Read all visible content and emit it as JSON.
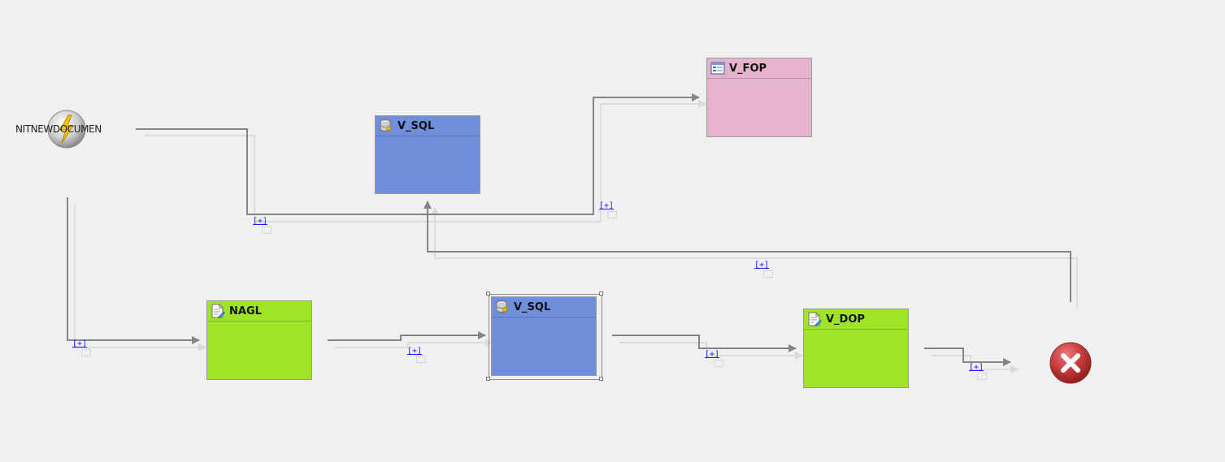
{
  "diagram": {
    "start": {
      "label": "NITNEWDOCUMEN",
      "icon": "lightning-start-icon"
    },
    "end": {
      "icon": "error-end-icon",
      "color": "#c0393b"
    },
    "expander_label": "[+]",
    "nodes": {
      "v_fop": {
        "label": "V_FOP",
        "icon": "form-icon",
        "color": "#e6b3cc"
      },
      "v_sql_top": {
        "label": "V_SQL",
        "icon": "database-icon",
        "color": "#6f8fda"
      },
      "nagl": {
        "label": "NAGL",
        "icon": "document-icon",
        "color": "#a0e42a"
      },
      "v_sql_bottom": {
        "label": "V_SQL",
        "icon": "database-icon",
        "color": "#6f8fda"
      },
      "v_dop": {
        "label": "V_DOP",
        "icon": "document-icon",
        "color": "#a0e42a"
      }
    },
    "line_color": "#858585",
    "ghost_line_color": "#dadada"
  }
}
